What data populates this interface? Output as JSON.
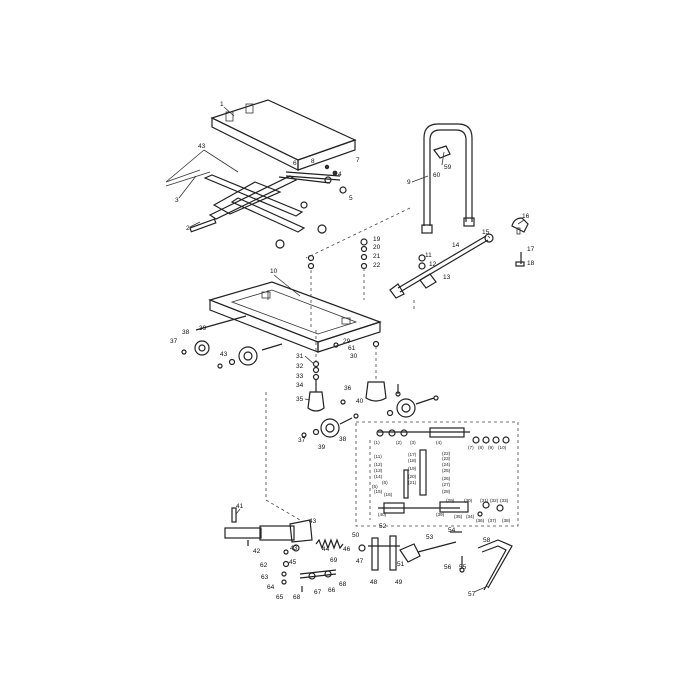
{
  "callouts": [
    "1",
    "2",
    "3",
    "4",
    "5",
    "6",
    "7",
    "8",
    "9",
    "10",
    "11",
    "12",
    "13",
    "14",
    "15",
    "16",
    "17",
    "18",
    "19",
    "20",
    "21",
    "22",
    "29",
    "30",
    "31",
    "32",
    "33",
    "34",
    "35",
    "36",
    "37",
    "38",
    "39",
    "40",
    "41",
    "42",
    "43",
    "44",
    "45",
    "46",
    "47",
    "48",
    "49",
    "50",
    "51",
    "52",
    "53",
    "54",
    "55",
    "56",
    "57",
    "58",
    "59",
    "60",
    "61",
    "62",
    "63",
    "64",
    "65",
    "66",
    "67",
    "68",
    "69"
  ],
  "inset_callouts": [
    "(1)",
    "(2)",
    "(3)",
    "(4)",
    "(5)",
    "(6)",
    "(7)",
    "(8)",
    "(9)",
    "(10)",
    "(11)",
    "(12)",
    "(13)",
    "(14)",
    "(15)",
    "(16)",
    "(17)",
    "(18)",
    "(19)",
    "(20)",
    "(21)",
    "(22)",
    "(23)",
    "(24)",
    "(25)",
    "(26)",
    "(27)",
    "(28)",
    "(29)",
    "(30)",
    "(31)",
    "(32)",
    "(33)",
    "(34)",
    "(35)",
    "(36)",
    "(37)",
    "(38)",
    "(39)",
    "(40)"
  ]
}
